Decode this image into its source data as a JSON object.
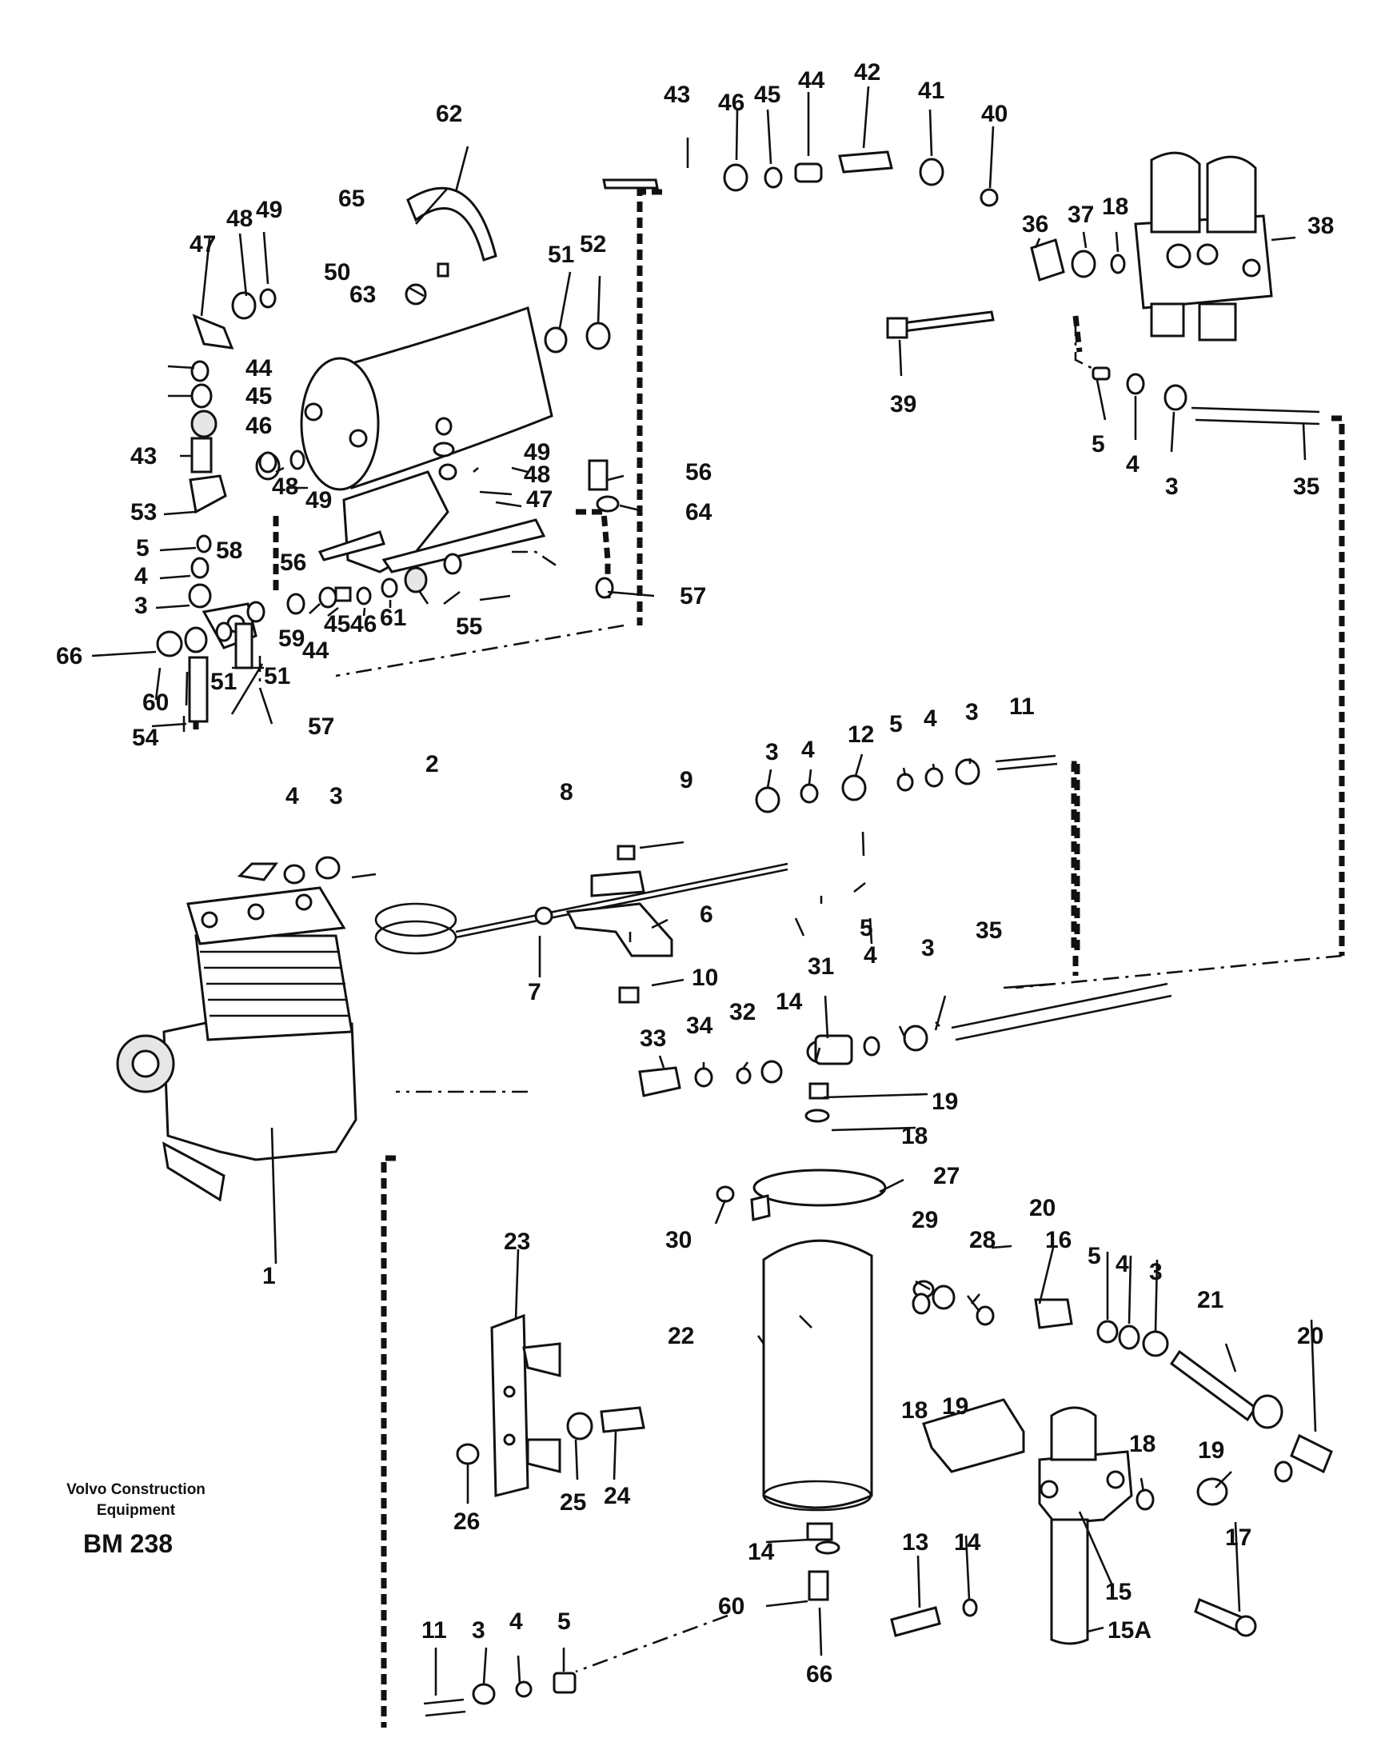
{
  "document": {
    "company_line_1": "Volvo Construction",
    "company_line_2": "Equipment",
    "drawing_code": "BM 238"
  },
  "callouts": {
    "c1": "1",
    "c2": "2",
    "c3a": "3",
    "c3b": "3",
    "c3c": "3",
    "c3d": "3",
    "c3e": "3",
    "c3f": "3",
    "c3g": "3",
    "c4a": "4",
    "c4b": "4",
    "c4c": "4",
    "c4d": "4",
    "c4e": "4",
    "c4f": "4",
    "c4g": "4",
    "c5a": "5",
    "c5b": "5",
    "c5c": "5",
    "c5d": "5",
    "c5e": "5",
    "c5f": "5",
    "c6": "6",
    "c7": "7",
    "c8": "8",
    "c9": "9",
    "c10": "10",
    "c11a": "11",
    "c11b": "11",
    "c12": "12",
    "c13": "13",
    "c14a": "14",
    "c14b": "14",
    "c14c": "14",
    "c15": "15",
    "c15A": "15A",
    "c16": "16",
    "c17": "17",
    "c18a": "18",
    "c18b": "18",
    "c18c": "18",
    "c18d": "18",
    "c19a": "19",
    "c19b": "19",
    "c19c": "19",
    "c20a": "20",
    "c20b": "20",
    "c21": "21",
    "c22": "22",
    "c23": "23",
    "c24": "24",
    "c25": "25",
    "c26": "26",
    "c27": "27",
    "c28": "28",
    "c29": "29",
    "c30": "30",
    "c31": "31",
    "c32": "32",
    "c33": "33",
    "c34": "34",
    "c35a": "35",
    "c35b": "35",
    "c36": "36",
    "c37": "37",
    "c38": "38",
    "c39": "39",
    "c40": "40",
    "c41": "41",
    "c42": "42",
    "c43a": "43",
    "c43b": "43",
    "c44a": "44",
    "c44b": "44",
    "c44c": "44",
    "c45a": "45",
    "c45b": "45",
    "c45c": "45",
    "c46a": "46",
    "c46b": "46",
    "c46c": "46",
    "c47a": "47",
    "c47b": "47",
    "c48a": "48",
    "c48b": "48",
    "c48c": "48",
    "c49a": "49",
    "c49b": "49",
    "c49c": "49",
    "c50": "50",
    "c51a": "51",
    "c51b": "51",
    "c51c": "51",
    "c52": "52",
    "c53": "53",
    "c54": "54",
    "c55": "55",
    "c56a": "56",
    "c56b": "56",
    "c57a": "57",
    "c57b": "57",
    "c58": "58",
    "c59": "59",
    "c60a": "60",
    "c60b": "60",
    "c61": "61",
    "c62": "62",
    "c63": "63",
    "c64": "64",
    "c65": "65",
    "c66a": "66",
    "c66b": "66"
  }
}
